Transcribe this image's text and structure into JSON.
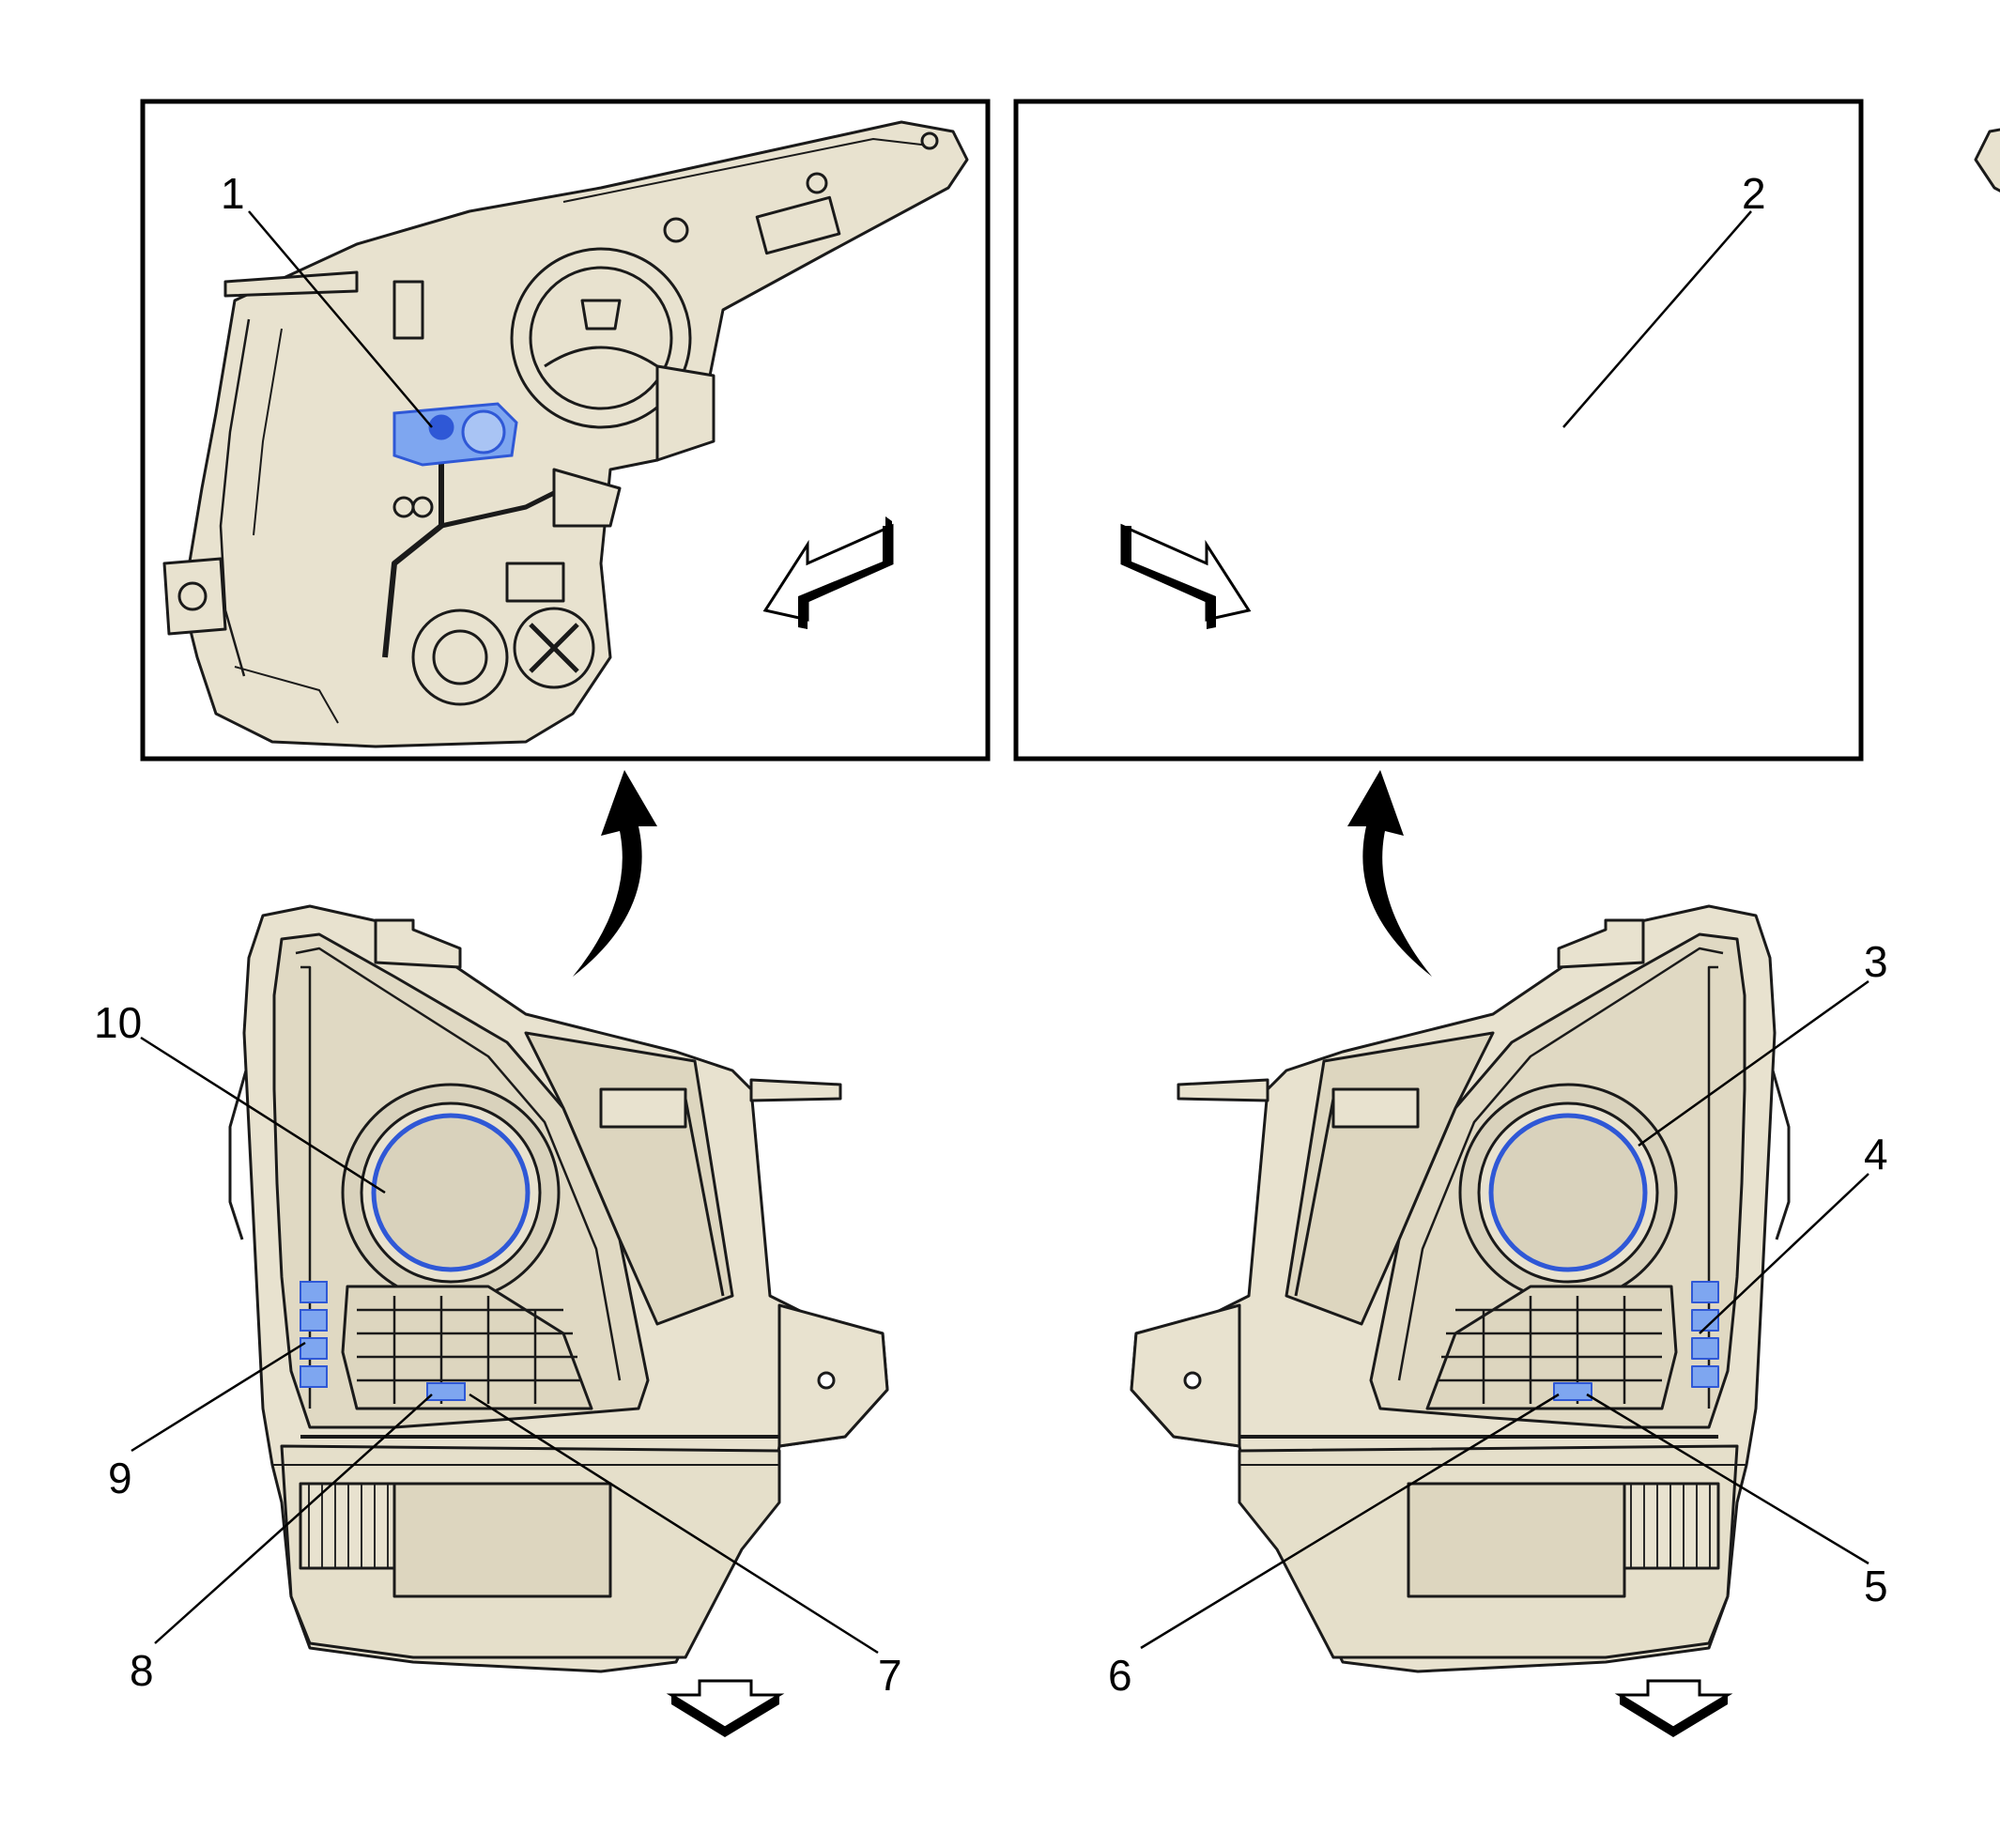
{
  "diagram": {
    "colors": {
      "housing": "#e8e2cf",
      "outline": "#1a1a1a",
      "highlight": "#7ea6f0",
      "highlight_outline": "#2f58d6",
      "frame": "#000000"
    },
    "callouts": [
      {
        "id": "1",
        "label": "1"
      },
      {
        "id": "2",
        "label": "2"
      },
      {
        "id": "3",
        "label": "3"
      },
      {
        "id": "4",
        "label": "4"
      },
      {
        "id": "5",
        "label": "5"
      },
      {
        "id": "6",
        "label": "6"
      },
      {
        "id": "7",
        "label": "7"
      },
      {
        "id": "8",
        "label": "8"
      },
      {
        "id": "9",
        "label": "9"
      },
      {
        "id": "10",
        "label": "10"
      }
    ],
    "icons": {
      "rotate_left": "rotate-arrow-icon",
      "rotate_right": "rotate-arrow-icon",
      "direction_left": "forward-direction-arrow-icon",
      "direction_right": "forward-direction-arrow-icon"
    }
  }
}
